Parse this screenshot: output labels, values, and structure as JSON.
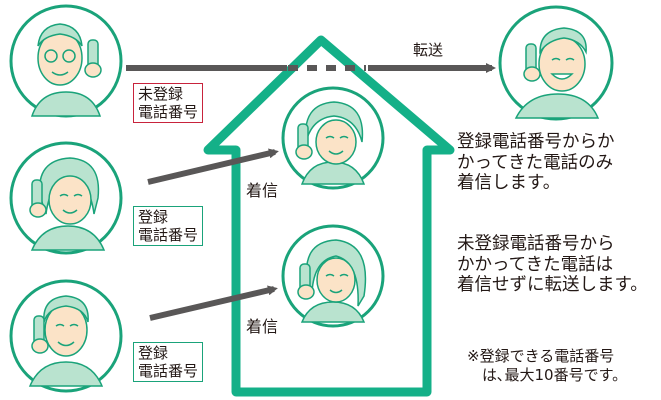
{
  "labels": {
    "unregistered_number": "未登録\n電話番号",
    "registered_number_1": "登録\n電話番号",
    "registered_number_2": "登録\n電話番号",
    "incoming_1": "着信",
    "incoming_2": "着信",
    "forward": "転送"
  },
  "descriptions": {
    "registered": "登録電話番号からか\nかってきた電話のみ\n着信します。",
    "unregistered": "未登録電話番号から\nかかってきた電話は\n着信せずに転送します。"
  },
  "note": "※登録できる電話番号\n　は､最大10番号です。",
  "colors": {
    "house_outline": "#14b088",
    "circle_outline": "#1aa37a",
    "arrow": "#595757",
    "unregistered_border": "#c8233c",
    "registered_border": "#1aa37a",
    "skin": "#fbe3c7",
    "clothing": "#b9e3cf"
  },
  "icons": [
    "elderly-man-caller-icon",
    "woman-caller-icon",
    "man-caller-icon",
    "woman-receiver-icon",
    "girl-receiver-icon",
    "man-forward-target-icon"
  ]
}
